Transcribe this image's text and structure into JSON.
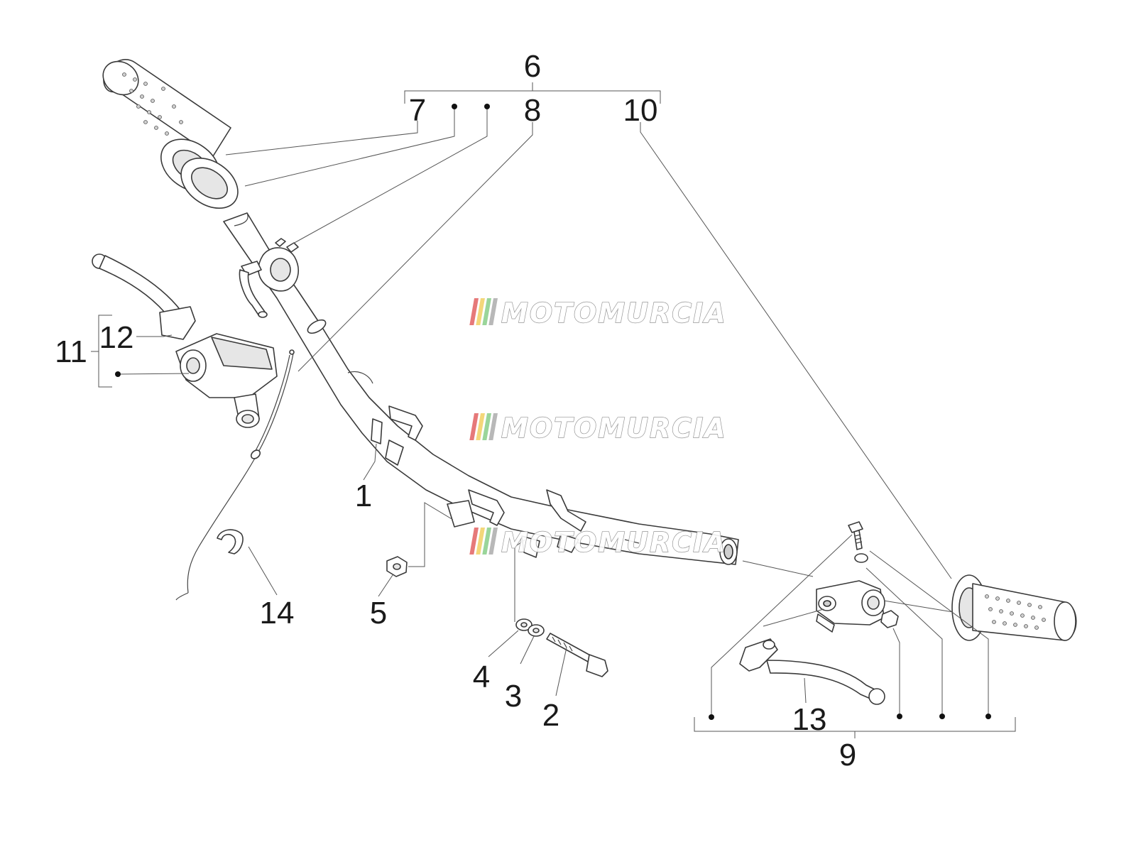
{
  "diagram": {
    "callouts": {
      "c1": "1",
      "c2": "2",
      "c3": "3",
      "c4": "4",
      "c5": "5",
      "c6": "6",
      "c7": "7",
      "c8": "8",
      "c9": "9",
      "c10": "10",
      "c11": "11",
      "c12": "12",
      "c13": "13",
      "c14": "14"
    },
    "watermark": {
      "text": "MOTOMURCIA",
      "stripe_colors": [
        "#e46a6a",
        "#f2d36b",
        "#8fd18f",
        "#b0b0b0"
      ]
    }
  }
}
